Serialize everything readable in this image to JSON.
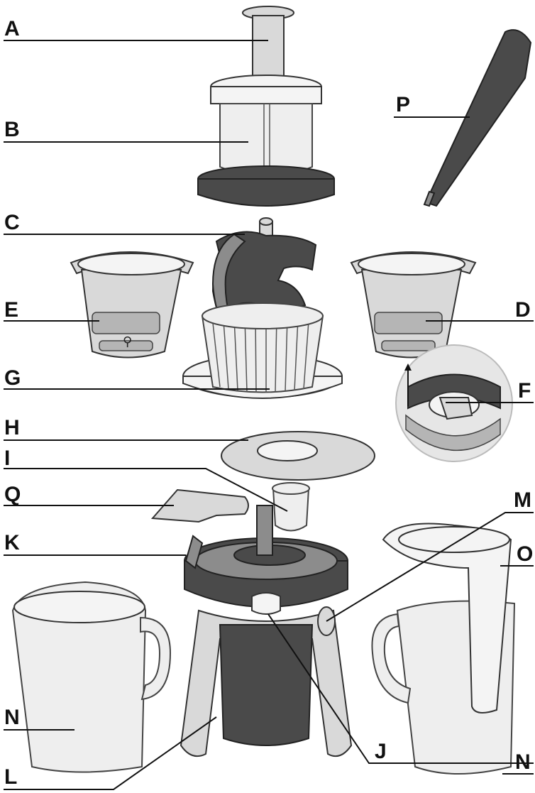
{
  "figure": {
    "labels": [
      {
        "id": "A",
        "text": "A"
      },
      {
        "id": "B",
        "text": "B"
      },
      {
        "id": "C",
        "text": "C"
      },
      {
        "id": "E",
        "text": "E"
      },
      {
        "id": "D",
        "text": "D"
      },
      {
        "id": "G",
        "text": "G"
      },
      {
        "id": "F",
        "text": "F"
      },
      {
        "id": "H",
        "text": "H"
      },
      {
        "id": "I",
        "text": "I"
      },
      {
        "id": "Q",
        "text": "Q"
      },
      {
        "id": "M",
        "text": "M"
      },
      {
        "id": "K",
        "text": "K"
      },
      {
        "id": "O",
        "text": "O"
      },
      {
        "id": "N1",
        "text": "N"
      },
      {
        "id": "N2",
        "text": "N"
      },
      {
        "id": "J",
        "text": "J"
      },
      {
        "id": "L",
        "text": "L"
      },
      {
        "id": "P",
        "text": "P"
      }
    ]
  }
}
